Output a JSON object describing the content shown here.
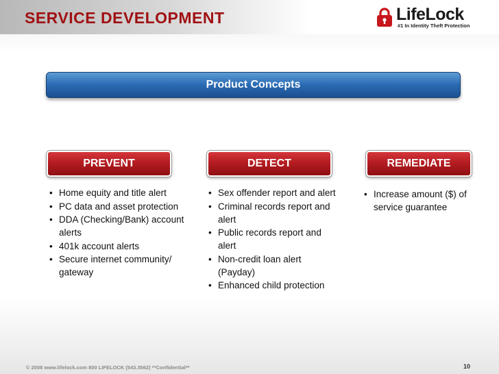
{
  "header": {
    "title": "SERVICE DEVELOPMENT"
  },
  "logo": {
    "name": "LifeLock",
    "tagline": "#1 In Identity Theft Protection",
    "icon": "padlock-icon",
    "colors": {
      "lock": "#c8161d",
      "text": "#1a1a1a"
    }
  },
  "banner": {
    "title": "Product Concepts",
    "color": "#2b6cb4"
  },
  "columns": [
    {
      "heading": "PREVENT",
      "items": [
        "Home equity and title alert",
        "PC data and asset protection",
        "DDA (Checking/Bank) account alerts",
        "401k account alerts",
        "Secure internet community/ gateway"
      ]
    },
    {
      "heading": "DETECT",
      "items": [
        "Sex offender report and alert",
        "Criminal records report and alert",
        "Public records report and alert",
        "Non-credit loan alert (Payday)",
        "Enhanced child protection"
      ]
    },
    {
      "heading": "REMEDIATE",
      "items": [
        "Increase amount ($) of service guarantee"
      ]
    }
  ],
  "footer": {
    "text": "© 2008   www.lifelock.com   800 LIFELOCK (543.3562)   **Confidential**",
    "page_number": "10"
  },
  "colors": {
    "title_red": "#a01013",
    "heading_red": "#b51d22",
    "banner_blue": "#2b6cb4"
  }
}
